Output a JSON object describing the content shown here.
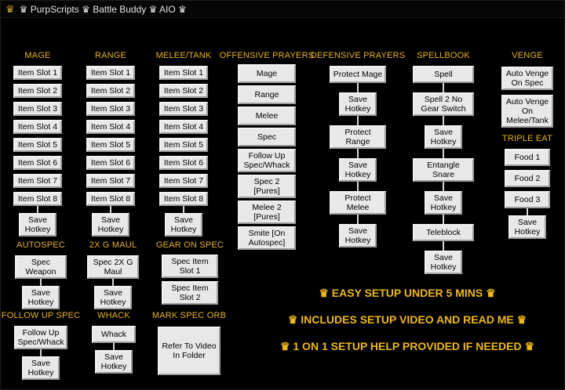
{
  "window": {
    "title": "♛ PurpScripts ♛ Battle Buddy ♛ AIO ♛",
    "icon": "crown-icon"
  },
  "colors": {
    "accent_gold": "#e8b318",
    "button_face": "#e8e8e8",
    "background": "#000000"
  },
  "labels": {
    "save_hotkey": "Save Hotkey"
  },
  "mage": {
    "header": "MAGE",
    "items": [
      "Item Slot 1",
      "Item Slot 2",
      "Item Slot 3",
      "Item Slot 4",
      "Item Slot 5",
      "Item Slot 6",
      "Item Slot 7",
      "Item Slot 8"
    ],
    "save": "Save Hotkey"
  },
  "range": {
    "header": "RANGE",
    "items": [
      "Item Slot 1",
      "Item Slot 2",
      "Item Slot 3",
      "Item Slot 4",
      "Item Slot 5",
      "Item Slot 6",
      "Item Slot 7",
      "Item Slot 8"
    ],
    "save": "Save Hotkey"
  },
  "melee": {
    "header": "MELEE/TANK",
    "items": [
      "Item Slot 1",
      "Item Slot 2",
      "Item Slot 3",
      "Item Slot 4",
      "Item Slot 5",
      "Item Slot 6",
      "Item Slot 7",
      "Item Slot 8"
    ],
    "save": "Save Hotkey"
  },
  "offensive": {
    "header": "OFFENSIVE PRAYERS",
    "items": [
      "Mage",
      "Range",
      "Melee",
      "Spec",
      "Follow Up Spec/Whack",
      "Spec 2 [Pures]",
      "Melee 2 [Pures]",
      "Smite [On Autospec]"
    ]
  },
  "defensive": {
    "header": "DEFENSIVE PRAYERS",
    "items": [
      "Protect Mage",
      "Save Hotkey",
      "Protect Range",
      "Save Hotkey",
      "Protect Melee",
      "Save Hotkey"
    ]
  },
  "spellbook": {
    "header": "SPELLBOOK",
    "items": [
      "Spell",
      "Spell 2 No Gear Switch",
      "Save Hotkey",
      "Entangle Snare",
      "Save Hotkey",
      "Teleblock",
      "Save Hotkey"
    ]
  },
  "venge": {
    "header": "VENGE",
    "items": [
      "Auto Venge On Spec",
      "Auto Venge On Melee/Tank"
    ]
  },
  "triple_eat": {
    "header": "TRIPLE EAT",
    "items": [
      "Food 1",
      "Food 2",
      "Food 3"
    ],
    "save": "Save Hotkey"
  },
  "autospec": {
    "header": "AUTOSPEC",
    "items": [
      "Spec Weapon"
    ],
    "save": "Save Hotkey"
  },
  "gmaul": {
    "header": "2X G MAUL",
    "items": [
      "Spec 2X G Maul"
    ],
    "save": "Save Hotkey"
  },
  "gear_on_spec": {
    "header": "GEAR ON SPEC",
    "items": [
      "Spec Item Slot 1",
      "Spec Item Slot 2"
    ]
  },
  "follow_up": {
    "header": "FOLLOW UP SPEC",
    "items": [
      "Follow Up Spec/Whack"
    ],
    "save": "Save Hotkey"
  },
  "whack": {
    "header": "WHACK",
    "items": [
      "Whack"
    ],
    "save": "Save Hotkey"
  },
  "mark_spec_orb": {
    "header": "MARK SPEC ORB",
    "note": "Refer To Video In Folder"
  },
  "footer": {
    "lines": [
      "♛ EASY SETUP UNDER 5 MINS ♛",
      "♛ INCLUDES SETUP VIDEO AND READ ME ♛",
      "♛ 1 ON 1 SETUP HELP PROVIDED IF NEEDED ♛"
    ]
  }
}
